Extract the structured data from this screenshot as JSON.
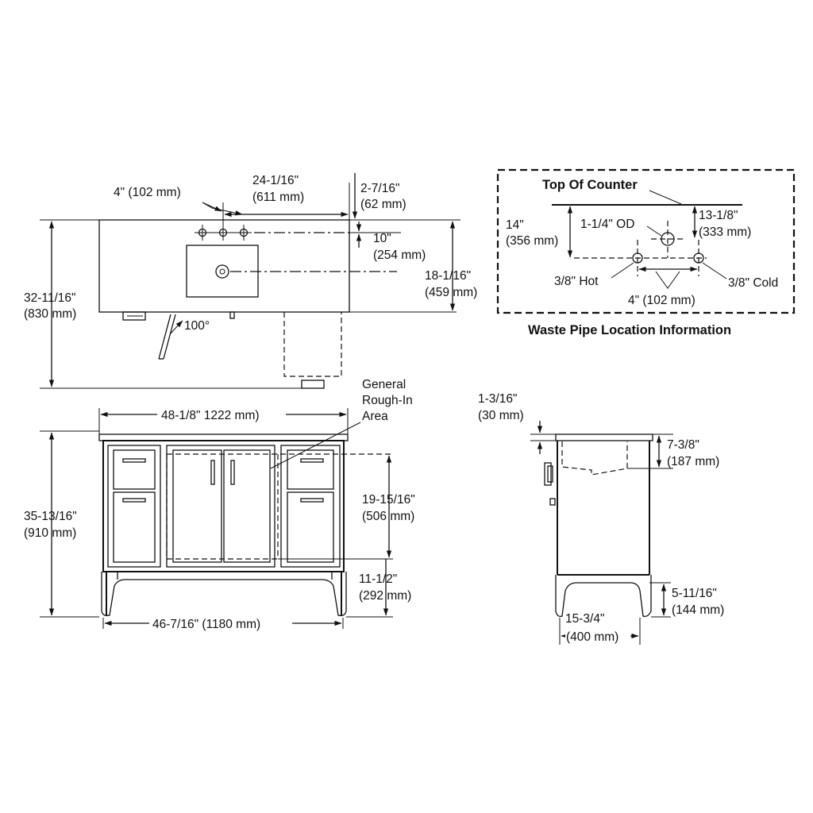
{
  "top_view": {
    "width_label": "24-1/16\"",
    "width_mm": "(611 mm)",
    "spread_label": "4\" (102 mm)",
    "back_label": "2-7/16\"",
    "back_mm": "(62 mm)",
    "height_label": "32-11/16\"",
    "height_mm": "(830 mm)",
    "faucet_label": "10\"",
    "faucet_mm": "(254 mm)",
    "drain_label": "18-1/16\"",
    "drain_mm": "(459 mm)",
    "door_angle": "100°"
  },
  "front_view": {
    "top_width": "48-1/8\" 1222 mm)",
    "height_label": "35-13/16\"",
    "height_mm": "(910 mm)",
    "rough_in_line1": "General",
    "rough_in_line2": "Rough-In",
    "rough_in_line3": "Area",
    "rough_height": "19-15/16\"",
    "rough_height_mm": "(506 mm)",
    "rough_bottom": "11-1/2\"",
    "rough_bottom_mm": "(292 mm)",
    "base_width": "46-7/16\" (1180 mm)"
  },
  "side_view": {
    "top_thickness": "1-3/16\"",
    "top_thickness_mm": "(30 mm)",
    "bowl_depth": "7-3/8\"",
    "bowl_depth_mm": "(187 mm)",
    "leg_height": "5-11/16\"",
    "leg_height_mm": "(144 mm)",
    "depth": "15-3/4\"",
    "depth_mm": "(400 mm)"
  },
  "waste_box": {
    "top_of_counter": "Top Of Counter",
    "height_label": "14\"",
    "height_mm": "(356 mm)",
    "drain_od": "1-1/4\" OD",
    "drain_height": "13-1/8\"",
    "drain_height_mm": "(333 mm)",
    "hot": "3/8\" Hot",
    "cold": "3/8\" Cold",
    "spacing": "4\" (102 mm)",
    "caption": "Waste Pipe Location Information"
  }
}
